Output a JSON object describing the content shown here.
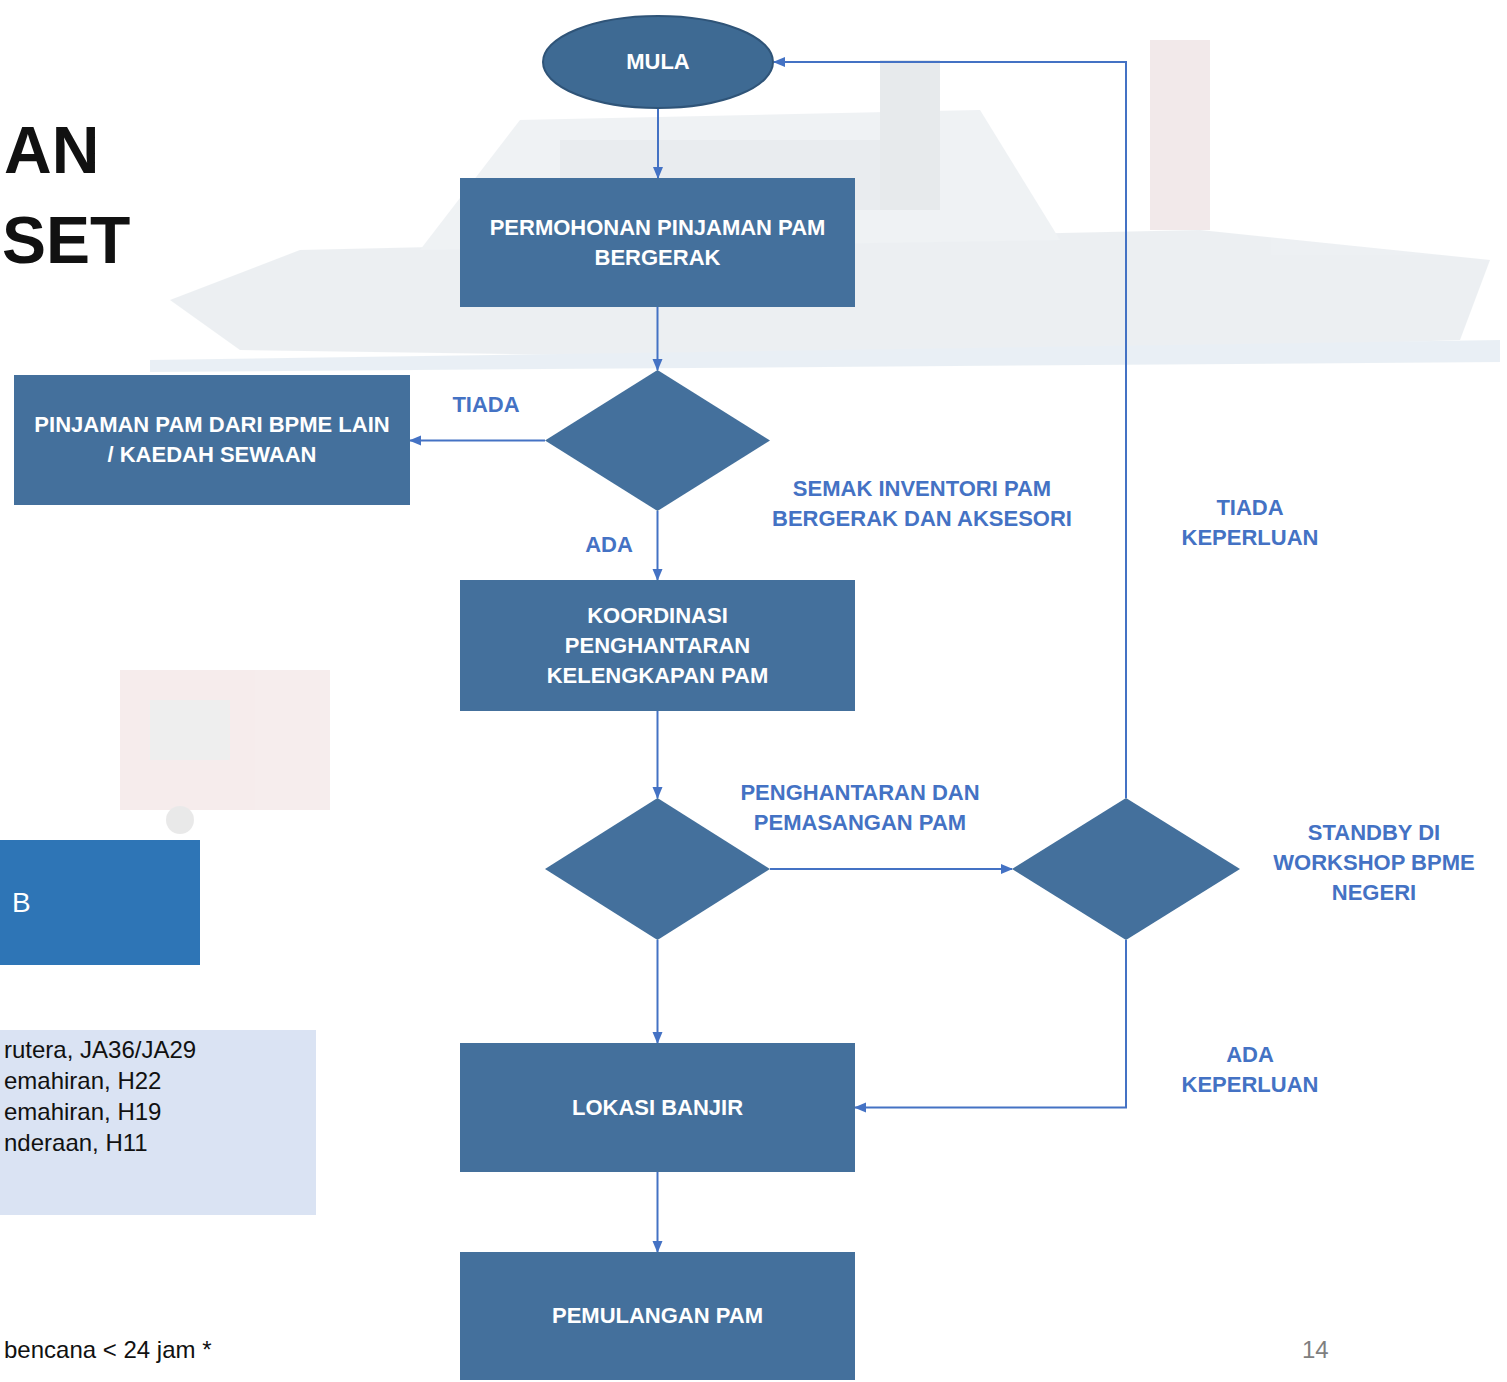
{
  "diagram": {
    "nodes": [
      {
        "text": [
          "MULA"
        ]
      },
      {
        "text": [
          "PERMOHONAN PINJAMAN PAM BERGERAK"
        ]
      },
      {
        "text": [
          "SEMAK INVENTORI PAM BERGERAK DAN AKSESORI"
        ]
      },
      {
        "text": [
          "PINJAMAN PAM DARI BPME LAIN / KAEDAH SEWAAN"
        ]
      },
      {
        "text": [
          "KOORDINASI PENGHANTARAN KELENGKAPAN PAM"
        ]
      },
      {
        "text": [
          "PENGHANTARAN DAN PEMASANGAN PAM"
        ]
      },
      {
        "text": [
          "STANDBY DI WORKSHOP BPME NEGERI"
        ]
      },
      {
        "text": [
          "LOKASI BANJIR"
        ]
      },
      {
        "text": [
          "PEMULANGAN PAM"
        ]
      },
      {
        "text": [
          "B"
        ]
      },
      {
        "text": [
          "rutera, JA36/JA29",
          "emahiran, H22",
          "emahiran, H19",
          "nderaan, H11"
        ]
      }
    ],
    "edges": [
      {
        "from": 0,
        "to": 1,
        "arrow": "to"
      },
      {
        "from": 1,
        "to": 2,
        "arrow": "to"
      },
      {
        "from": 2,
        "to": 3,
        "label": "TIADA",
        "arrow": "to"
      },
      {
        "from": 2,
        "to": 4,
        "label": "ADA",
        "arrow": "to"
      },
      {
        "from": 4,
        "to": 5,
        "arrow": "to"
      },
      {
        "from": 5,
        "to": 6,
        "arrow": "to"
      },
      {
        "from": 5,
        "to": 7,
        "arrow": "to"
      },
      {
        "from": 6,
        "to": 0,
        "label": "TIADA KEPERLUAN",
        "arrow": "to"
      },
      {
        "from": 6,
        "to": 7,
        "label": "ADA KEPERLUAN",
        "arrow": "to"
      },
      {
        "from": 7,
        "to": 8,
        "arrow": "to"
      }
    ],
    "labels": [
      "AN",
      "SET",
      "bencana < 24 jam *",
      "14"
    ]
  }
}
